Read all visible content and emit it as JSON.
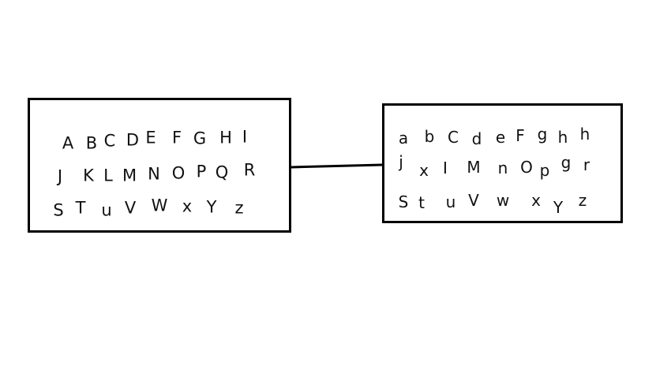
{
  "left_box": {
    "rows": [
      [
        "A",
        "B",
        "C",
        "D",
        "E",
        "F",
        "G",
        "H",
        "I"
      ],
      [
        "J",
        "K",
        "L",
        "M",
        "N",
        "O",
        "P",
        "Q",
        "R"
      ],
      [
        "S",
        "T",
        "u",
        "V",
        "W",
        "x",
        "Y",
        "z"
      ]
    ]
  },
  "right_box": {
    "rows": [
      [
        "a",
        "b",
        "C",
        "d",
        "e",
        "F",
        "g",
        "h",
        "h"
      ],
      [
        "j",
        "x",
        "I",
        "M",
        "n",
        "O",
        "p",
        "g",
        "r"
      ],
      [
        "S",
        "t",
        "u",
        "V",
        "w",
        "x",
        "Y",
        "z"
      ]
    ]
  },
  "colors": {
    "stroke": "#000000",
    "text": "#111111",
    "background": "#ffffff"
  }
}
